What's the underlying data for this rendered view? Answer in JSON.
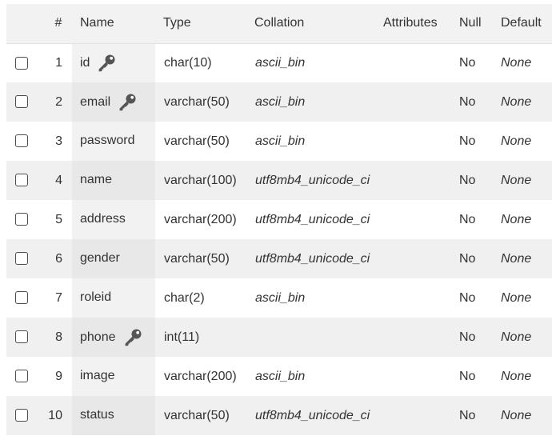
{
  "header": {
    "num": "#",
    "name": "Name",
    "type": "Type",
    "collation": "Collation",
    "attributes": "Attributes",
    "null": "Null",
    "default": "Default"
  },
  "rows": [
    {
      "num": "1",
      "name": "id",
      "key": true,
      "type": "char(10)",
      "collation": "ascii_bin",
      "attributes": "",
      "null": "No",
      "default": "None"
    },
    {
      "num": "2",
      "name": "email",
      "key": true,
      "type": "varchar(50)",
      "collation": "ascii_bin",
      "attributes": "",
      "null": "No",
      "default": "None"
    },
    {
      "num": "3",
      "name": "password",
      "key": false,
      "type": "varchar(50)",
      "collation": "ascii_bin",
      "attributes": "",
      "null": "No",
      "default": "None"
    },
    {
      "num": "4",
      "name": "name",
      "key": false,
      "type": "varchar(100)",
      "collation": "utf8mb4_unicode_ci",
      "attributes": "",
      "null": "No",
      "default": "None"
    },
    {
      "num": "5",
      "name": "address",
      "key": false,
      "type": "varchar(200)",
      "collation": "utf8mb4_unicode_ci",
      "attributes": "",
      "null": "No",
      "default": "None"
    },
    {
      "num": "6",
      "name": "gender",
      "key": false,
      "type": "varchar(50)",
      "collation": "utf8mb4_unicode_ci",
      "attributes": "",
      "null": "No",
      "default": "None"
    },
    {
      "num": "7",
      "name": "roleid",
      "key": false,
      "type": "char(2)",
      "collation": "ascii_bin",
      "attributes": "",
      "null": "No",
      "default": "None"
    },
    {
      "num": "8",
      "name": "phone",
      "key": true,
      "type": "int(11)",
      "collation": "",
      "attributes": "",
      "null": "No",
      "default": "None"
    },
    {
      "num": "9",
      "name": "image",
      "key": false,
      "type": "varchar(200)",
      "collation": "ascii_bin",
      "attributes": "",
      "null": "No",
      "default": "None"
    },
    {
      "num": "10",
      "name": "status",
      "key": false,
      "type": "varchar(50)",
      "collation": "utf8mb4_unicode_ci",
      "attributes": "",
      "null": "No",
      "default": "None"
    }
  ],
  "icons": {
    "key": "key-icon"
  },
  "colors": {
    "key_icon": "#555555",
    "header_bg": "#f2f2f2",
    "stripe_bg": "#f0f0f0"
  }
}
